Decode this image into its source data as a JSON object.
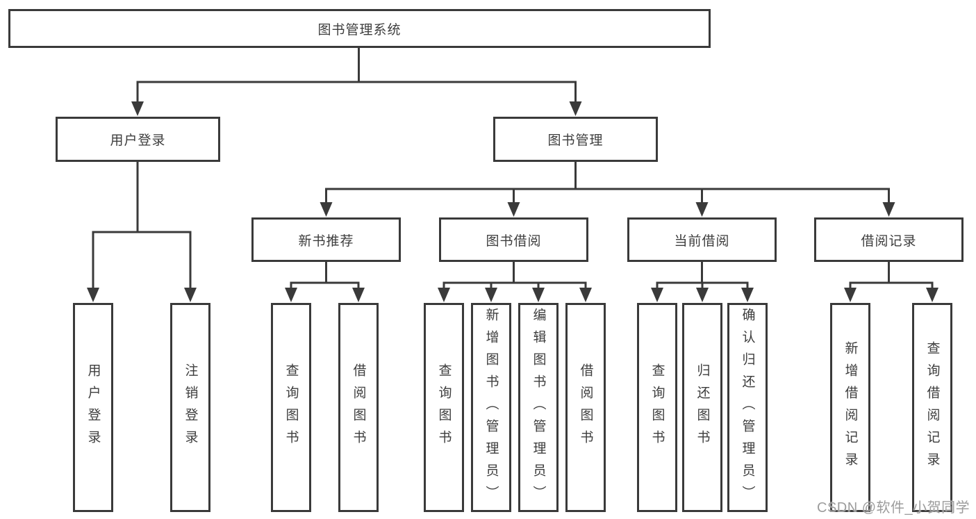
{
  "diagram": {
    "root": "图书管理系统",
    "level2": {
      "user_login": "用户登录",
      "book_mgmt": "图书管理"
    },
    "level3": {
      "new_books": "新书推荐",
      "borrowing": "图书借阅",
      "current": "当前借阅",
      "records": "借阅记录"
    },
    "leaves": {
      "user_login": [
        "用户登录",
        "注销登录"
      ],
      "new_books": [
        "查询图书",
        "借阅图书"
      ],
      "borrowing": [
        "查询图书",
        "新增图书（管理员）",
        "编辑图书（管理员）",
        "借阅图书"
      ],
      "current": [
        "查询图书",
        "归还图书",
        "确认归还（管理员）"
      ],
      "records": [
        "新增借阅记录",
        "查询借阅记录"
      ]
    }
  },
  "watermark": {
    "text": "CSDN @软件_小贺同学"
  },
  "colors": {
    "line": "#3a3a3a",
    "box_border": "#3a3a3a",
    "box_fill": "#ffffff",
    "text": "#3d3d3d",
    "watermark": "#9c9c9c"
  }
}
